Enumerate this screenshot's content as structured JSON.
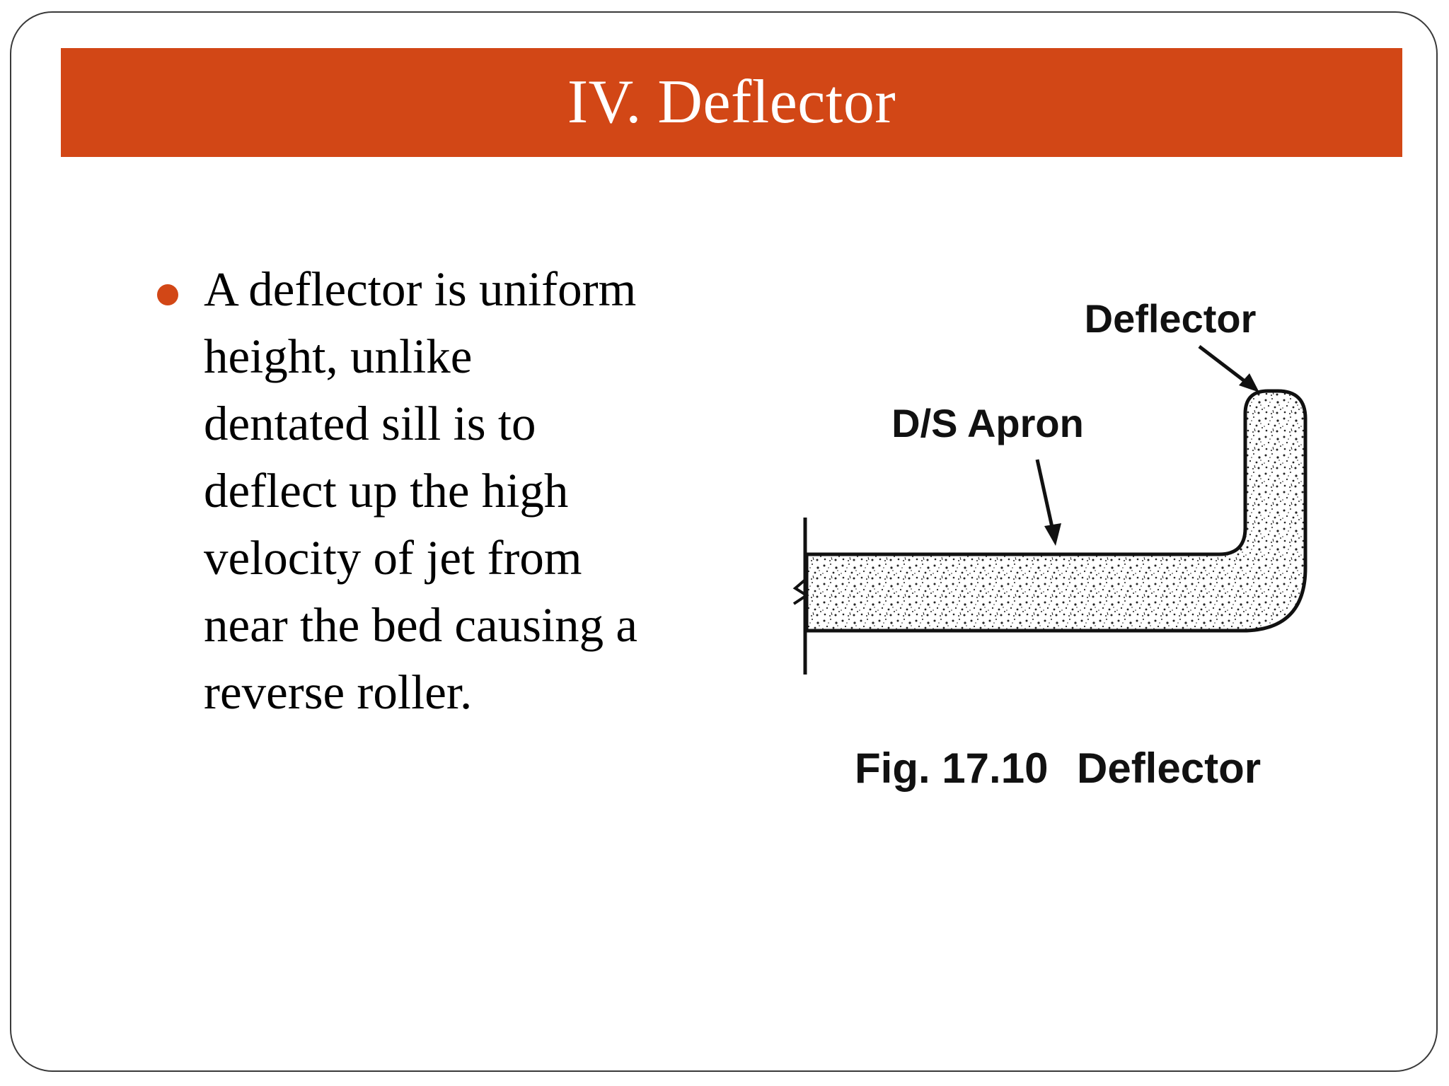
{
  "slide": {
    "title": "IV. Deflector",
    "bullet": {
      "lines": [
        "A deflector is uniform",
        "height, unlike",
        "dentated sill is to",
        "deflect up the high",
        "velocity of jet from",
        "near the bed causing a",
        "reverse roller."
      ]
    },
    "figure": {
      "label_deflector": "Deflector",
      "label_apron": "D/S Apron",
      "caption_number": "Fig. 17.10",
      "caption_title": "Deflector"
    }
  },
  "colors": {
    "accent": "#d24716",
    "text": "#000000",
    "title_text": "#ffffff"
  }
}
